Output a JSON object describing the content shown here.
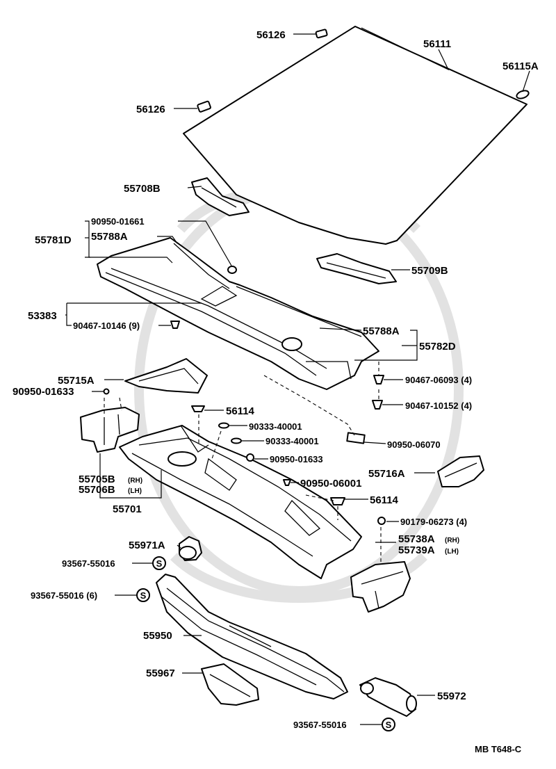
{
  "parts": {
    "p56126_top": "56126",
    "p56111": "56111",
    "p56115A": "56115A",
    "p56126_mid": "56126",
    "p55708B": "55708B",
    "p90950_01661": "90950-01661",
    "p55781D": "55781D",
    "p55788A_top": "55788A",
    "p55709B": "55709B",
    "p53383": "53383",
    "p90467_10146": "90467-10146 (9)",
    "p55788A_right": "55788A",
    "p55782D": "55782D",
    "p55715A": "55715A",
    "p90467_06093": "90467-06093 (4)",
    "p90950_01633_left": "90950-01633",
    "p90467_10152": "90467-10152 (4)",
    "p56114_top": "56114",
    "p90333_40001_a": "90333-40001",
    "p90333_40001_b": "90333-40001",
    "p90950_06070": "90950-06070",
    "p90950_01633_mid": "90950-01633",
    "p55716A": "55716A",
    "p55705B": "55705B",
    "p55705B_sub": "(RH)",
    "p55706B": "55706B",
    "p55706B_sub": "(LH)",
    "p90950_06001": "90950-06001",
    "p55701": "55701",
    "p56114_mid": "56114",
    "p90179_06273": "90179-06273 (4)",
    "p55971A": "55971A",
    "p55738A": "55738A",
    "p55738A_sub": "(RH)",
    "p55739A": "55739A",
    "p55739A_sub": "(LH)",
    "p93567_55016_a": "93567-55016",
    "p93567_55016_b": "93567-55016 (6)",
    "p55950": "55950",
    "p55967": "55967",
    "p55972": "55972",
    "p93567_55016_c": "93567-55016"
  },
  "footer": {
    "code": "MB T648-C"
  },
  "clip_symbol": "S",
  "icons": {
    "windshield": "windshield-glass-icon",
    "cowl_panel": "cowl-top-panel-icon",
    "dash_panel": "dash-panel-icon",
    "ventilator": "cowl-ventilator-icon",
    "clip": "clip-icon"
  }
}
